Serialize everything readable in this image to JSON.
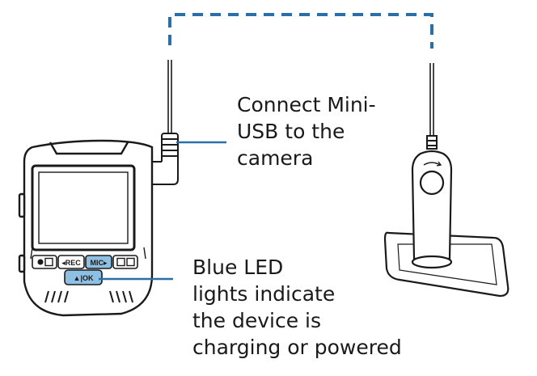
{
  "callouts": {
    "usb": [
      "Connect Mini-",
      "USB to the",
      "camera"
    ],
    "led": [
      "Blue LED",
      "lights indicate",
      "the device is",
      "charging or powered"
    ]
  },
  "camera_buttons": {
    "rec": "◂REC",
    "mic": "MIC▸",
    "ok": "▲|OK"
  },
  "colors": {
    "dashed_cable": "#2a6fa8",
    "leader_line": "#2a6fa8",
    "highlight_button": "#8ec0e4",
    "outline": "#1a1a1a"
  }
}
